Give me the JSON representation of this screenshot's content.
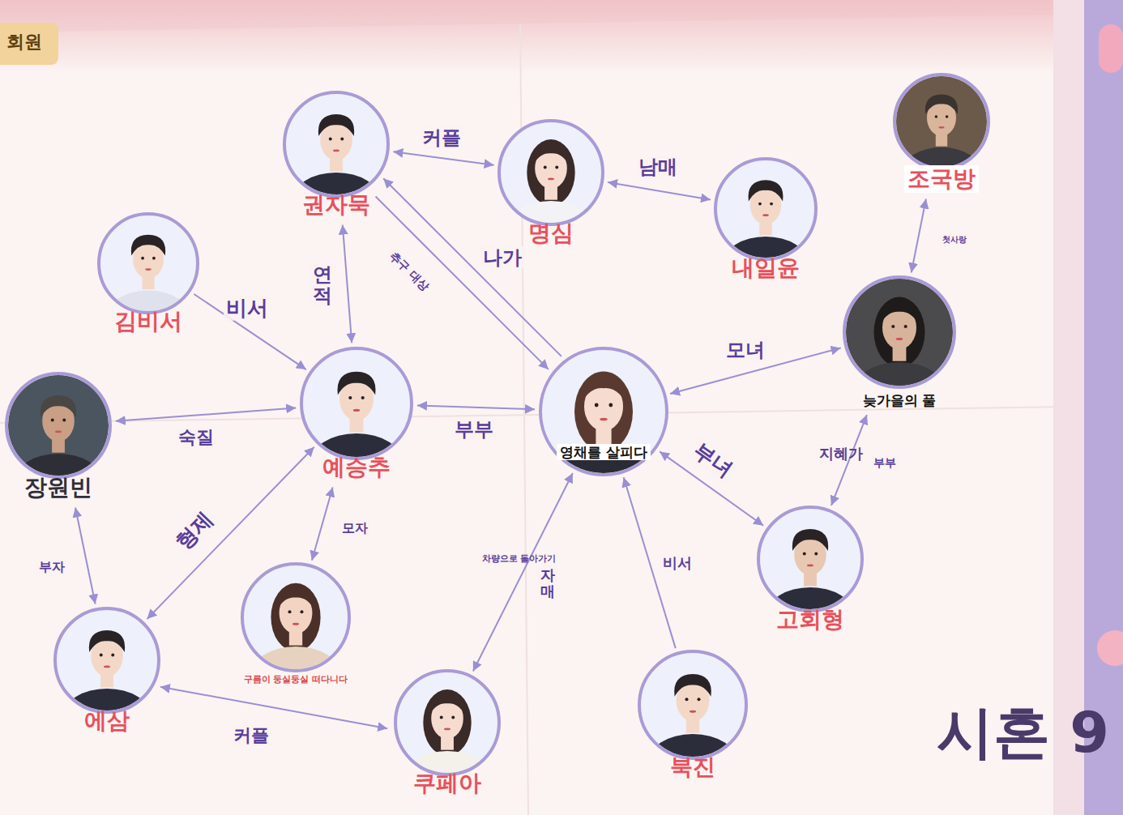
{
  "diagram": {
    "nodes": [
      {
        "text": [
          "권자묵"
        ]
      },
      {
        "text": [
          "명심"
        ]
      },
      {
        "text": [
          "내일윤"
        ]
      },
      {
        "text": [
          "조국방"
        ]
      },
      {
        "text": [
          "김비서"
        ]
      },
      {
        "text": [
          "장원빈"
        ]
      },
      {
        "text": [
          "예승추"
        ]
      },
      {
        "text": [
          "영채를 살피다"
        ]
      },
      {
        "text": [
          "늦가을의 풀"
        ]
      },
      {
        "text": [
          "에삼"
        ]
      },
      {
        "text": [
          "구름이 둥실둥실 떠다니다"
        ]
      },
      {
        "text": [
          "쿠페아"
        ]
      },
      {
        "text": [
          "고회형"
        ]
      },
      {
        "text": [
          "북진"
        ]
      }
    ],
    "edges": [
      {
        "from": 0,
        "to": 1,
        "label": "커플",
        "arrow": "both"
      },
      {
        "from": 1,
        "to": 2,
        "label": "남매",
        "arrow": "both"
      },
      {
        "from": 3,
        "to": 8,
        "label": "첫사랑",
        "arrow": "both"
      },
      {
        "from": 0,
        "to": 6,
        "label": "연적",
        "arrow": "both"
      },
      {
        "from": 7,
        "to": 0,
        "label": "나가",
        "arrow": "to"
      },
      {
        "from": 0,
        "to": 7,
        "label": "추구 대상",
        "arrow": "to"
      },
      {
        "from": 4,
        "to": 6,
        "label": "비서",
        "arrow": "to"
      },
      {
        "from": 5,
        "to": 6,
        "label": "숙질",
        "arrow": "both"
      },
      {
        "from": 6,
        "to": 7,
        "label": "부부",
        "arrow": "both"
      },
      {
        "from": 7,
        "to": 8,
        "label": "모녀",
        "arrow": "both"
      },
      {
        "from": 7,
        "to": 12,
        "label": "부녀",
        "arrow": "both"
      },
      {
        "from": 8,
        "to": 12,
        "label": "부부",
        "arrow": "both"
      },
      {
        "from": 5,
        "to": 9,
        "label": "부자",
        "arrow": "both"
      },
      {
        "from": 6,
        "to": 9,
        "label": "형제",
        "arrow": "both"
      },
      {
        "from": 6,
        "to": 10,
        "label": "모자",
        "arrow": "both"
      },
      {
        "from": 9,
        "to": 11,
        "label": "커플",
        "arrow": "both"
      },
      {
        "from": 7,
        "to": 11,
        "label": "자매",
        "arrow": "both"
      },
      {
        "from": 13,
        "to": 7,
        "label": "비서",
        "arrow": "to"
      }
    ],
    "labels": [
      "회원",
      "시혼 9",
      "지혜가",
      "차량으로 돌아가기"
    ]
  }
}
